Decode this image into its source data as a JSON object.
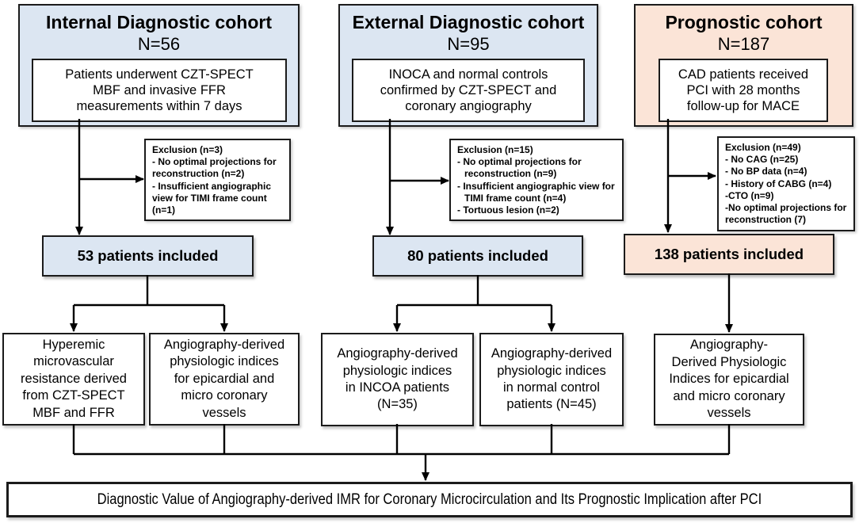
{
  "diagram": {
    "cohorts": [
      {
        "title": "Internal Diagnostic cohort",
        "n": "N=56",
        "description": "Patients underwent CZT-SPECT\nMBF and invasive FFR\nmeasurements within 7 days"
      },
      {
        "title": "External Diagnostic cohort",
        "n": "N=95",
        "description": "INOCA and normal controls\nconfirmed by CZT-SPECT and\ncoronary angiography"
      },
      {
        "title": "Prognostic cohort",
        "n": "N=187",
        "description": "CAD patients received\nPCI with 28 months\nfollow-up for MACE"
      }
    ],
    "exclusions": [
      {
        "title": "Exclusion (n=3)",
        "items": [
          "- No optimal projections for reconstruction (n=2)",
          "- Insufficient angiographic view for TIMI frame count (n=1)"
        ]
      },
      {
        "title": "Exclusion (n=15)",
        "items": [
          "- No optimal projections for reconstruction (n=9)",
          "- Insufficient angiographic view for TIMI frame count (n=4)",
          "- Tortuous lesion (n=2)"
        ]
      },
      {
        "title": "Exclusion (n=49)",
        "items": [
          "- No CAG (n=25)",
          "- No BP data (n=4)",
          "- History of CABG (n=4)",
          "-CTO (n=9)",
          "-No optimal projections for reconstruction (7)"
        ]
      }
    ],
    "included": [
      "53 patients included",
      "80 patients included",
      "138 patients included"
    ],
    "outcomes": [
      "Hyperemic\nmicrovascular\nresistance derived\nfrom CZT-SPECT\nMBF and FFR",
      "Angiography-derived\nphysiologic indices\nfor epicardial and\nmicro coronary\nvessels",
      "Angiography-derived\nphysiologic indices\nin INCOA patients\n(N=35)",
      "Angiography-derived\nphysiologic indices\nin normal control\npatients (N=45)",
      "Angiography-\nDerived Physiologic\nIndices for epicardial\nand micro coronary\nvessels"
    ],
    "conclusion": "Diagnostic Value of Angiography-derived IMR for Coronary Microcirculation and Its Prognostic Implication after PCI",
    "colors": {
      "diagnostic_fill": "#dce6f2",
      "prognostic_fill": "#fbe4d7",
      "border": "#1b1b1b",
      "line": "#000000"
    }
  }
}
